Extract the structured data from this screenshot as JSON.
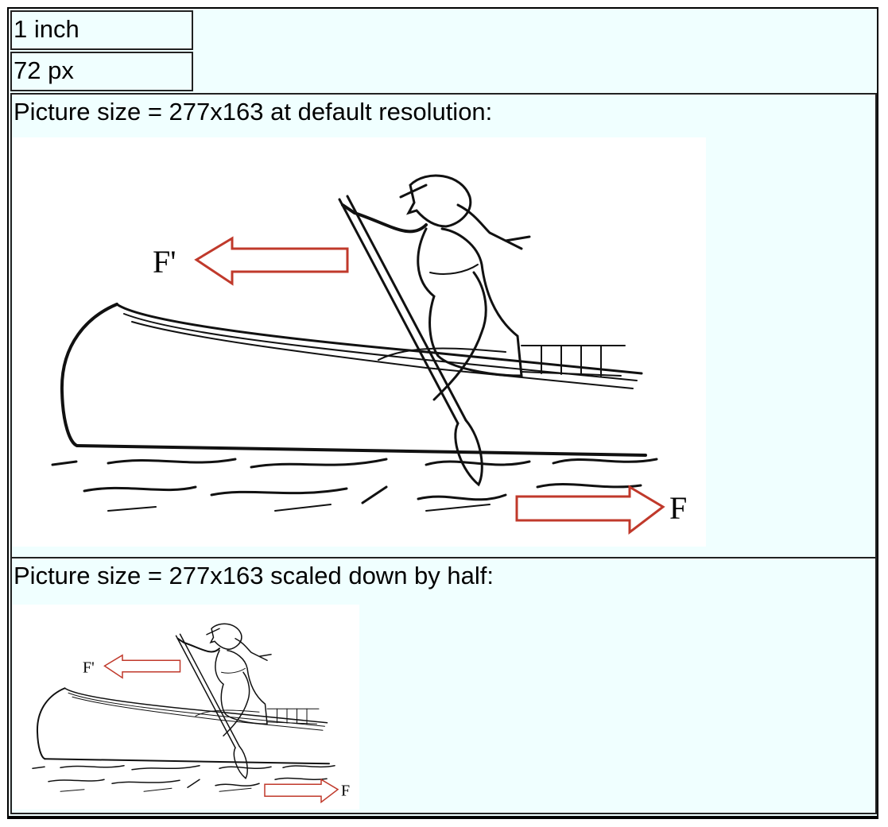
{
  "table": {
    "unit_label": "1 inch",
    "pixel_label": "72 px",
    "default_caption": "Picture size = 277x163 at default resolution:",
    "half_caption": "Picture size = 277x163 scaled down by half:"
  },
  "figure": {
    "reaction_force_label": "F'",
    "force_label": "F",
    "arrow_color": "#c0392b"
  }
}
